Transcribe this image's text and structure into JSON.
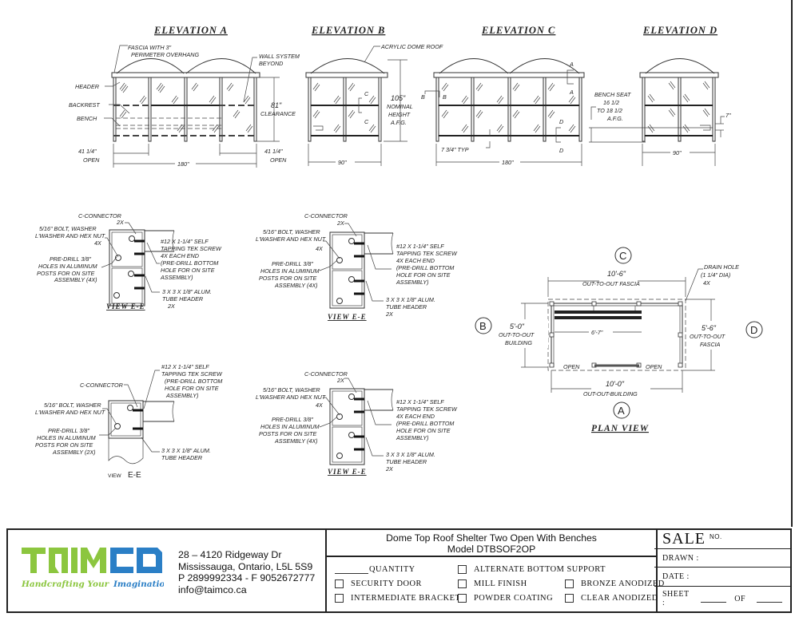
{
  "elevations": {
    "a": {
      "title": "ELEVATION A",
      "labels": {
        "fascia_1": "FASCIA WITH 3\"",
        "fascia_2": "PERIMETER OVERHANG",
        "wall_1": "WALL SYSTEM",
        "wall_2": "BEYOND",
        "header": "HEADER",
        "backrest": "BACKREST",
        "bench": "BENCH",
        "clearance_1": "81\"",
        "clearance_2": "CLEARANCE",
        "open_left_1": "41 1/4\"",
        "open_left_2": "OPEN",
        "open_right_1": "41 1/4\"",
        "open_right_2": "OPEN",
        "width": "180\""
      }
    },
    "b": {
      "title": "ELEVATION B",
      "labels": {
        "roof": "ACRYLIC DOME ROOF",
        "height_1": "105\"",
        "height_2": "NOMINAL",
        "height_3": "HEIGHT",
        "height_4": "A.F.G.",
        "section_c": "C",
        "width": "90\""
      }
    },
    "c": {
      "title": "ELEVATION C",
      "labels": {
        "section_a": "A",
        "section_b": "B",
        "section_d": "D",
        "typ": "7 3/4\" TYP",
        "width": "180\""
      }
    },
    "d": {
      "title": "ELEVATION D",
      "labels": {
        "bench_1": "BENCH SEAT",
        "bench_2": "16 1/2",
        "bench_3": "TO 18 1/2",
        "bench_4": "A.F.G.",
        "gap": "7\"",
        "width": "90\""
      }
    }
  },
  "details": [
    {
      "title": "VIEW E-E",
      "c_connector": [
        "C-CONNECTOR",
        "2X"
      ],
      "bolt": [
        "5/16\" BOLT, WASHER",
        "L'WASHER AND HEX NUT",
        "4X"
      ],
      "predrill": [
        "PRE-DRILL 3/8\"",
        "HOLES IN ALUMINUM",
        "POSTS FOR ON SITE",
        "ASSEMBLY (4X)"
      ],
      "screw": [
        "#12 X 1-1/4\" SELF",
        "TAPPING TEK SCREW",
        "4X EACH END",
        "(PRE-DRILL BOTTOM",
        "HOLE FOR ON SITE",
        "ASSEMBLY)"
      ],
      "tube": [
        "3 X 3 X 1/8\" ALUM.",
        "TUBE HEADER",
        "2X"
      ]
    },
    {
      "title": "VIEW E-E",
      "c_connector": [
        "C-CONNECTOR",
        "2X"
      ],
      "bolt": [
        "5/16\" BOLT, WASHER",
        "L'WASHER AND HEX NUT",
        "4X"
      ],
      "predrill": [
        "PRE-DRILL 3/8\"",
        "HOLES IN ALUMINUM",
        "POSTS FOR ON SITE",
        "ASSEMBLY (4X)"
      ],
      "screw": [
        "#12 X 1-1/4\" SELF",
        "TAPPING TEK SCREW",
        "4X EACH END",
        "(PRE-DRILL BOTTOM",
        "HOLE FOR ON SITE",
        "ASSEMBLY)"
      ],
      "tube": [
        "3 X 3 X 1/8\" ALUM.",
        "TUBE HEADER",
        "2X"
      ]
    },
    {
      "title_1": "VIEW",
      "title_2": "E-E",
      "c_connector": [
        "C-CONNECTOR"
      ],
      "bolt": [
        "5/16\" BOLT, WASHER",
        "L'WASHER AND HEX NUT"
      ],
      "predrill": [
        "PRE-DRILL 3/8\"",
        "HOLES IN ALUMINUM",
        "POSTS FOR ON SITE",
        "ASSEMBLY (2X)"
      ],
      "screw": [
        "#12 X 1-1/4\" SELF",
        "TAPPING TEK SCREW",
        "(PRE-DRILL BOTTOM",
        "HOLE FOR ON SITE",
        "ASSEMBLY)"
      ],
      "tube": [
        "3 X 3 X 1/8\" ALUM.",
        "TUBE HEADER"
      ]
    },
    {
      "title": "VIEW E-E",
      "c_connector": [
        "C-CONNECTOR",
        "2X"
      ],
      "bolt": [
        "5/16\" BOLT, WASHER",
        "L'WASHER AND HEX NUT",
        "4X"
      ],
      "predrill": [
        "PRE-DRILL 3/8\"",
        "HOLES IN ALUMINUM",
        "POSTS FOR ON SITE",
        "ASSEMBLY (4X)"
      ],
      "screw": [
        "#12 X 1-1/4\" SELF",
        "TAPPING TEK SCREW",
        "4X EACH END",
        "(PRE-DRILL BOTTOM",
        "HOLE FOR ON SITE",
        "ASSEMBLY)"
      ],
      "tube": [
        "3 X 3 X 1/8\" ALUM.",
        "TUBE HEADER",
        "2X"
      ]
    }
  ],
  "plan": {
    "title": "PLAN VIEW",
    "markers": {
      "a": "A",
      "b": "B",
      "c": "C",
      "d": "D"
    },
    "top_dim_1": "10'-6\"",
    "top_dim_2": "OUT-TO-OUT FASCIA",
    "drain_1": "DRAIN HOLE",
    "drain_2": "(1 1/4\" DIA)",
    "drain_3": "4X",
    "left_dim_1": "5'-0\"",
    "left_dim_2": "OUT-TO-OUT",
    "left_dim_3": "BUILDING",
    "bench_dim": "6'-7\"",
    "right_dim_1": "5'-6\"",
    "right_dim_2": "OUT-TO-OUT",
    "right_dim_3": "FASCIA",
    "open_left": "OPEN",
    "open_right": "OPEN",
    "bottom_dim_1": "10'-0\"",
    "bottom_dim_2": "OUT-OUT-BUILDING"
  },
  "title_block": {
    "logo": {
      "wordmark": "TAIMCO",
      "tagline_1": "Handcrafting Your",
      "tagline_2": "Imagination",
      "green": "#8cc63f",
      "blue": "#2b7fc6"
    },
    "address": [
      "28 – 4120 Ridgeway Dr",
      "Mississauga, Ontario, L5L 5S9",
      "P 2899992334 - F 9052672777",
      "info@taimco.ca"
    ],
    "product_title": "Dome Top Roof Shelter Two Open With Benches",
    "model": "Model DTBSOF2OP",
    "options": {
      "quantity": "QUANTITY",
      "alternate_bottom_support": "ALTERNATE BOTTOM SUPPORT",
      "security_door": "SECURITY DOOR",
      "mill_finish": "MILL FINISH",
      "bronze_anodized": "BRONZE ANODIZED",
      "intermediate_bracket": "INTERMEDIATE BRACKET",
      "powder_coating": "POWDER COATING",
      "clear_anodized": "CLEAR ANODIZED"
    },
    "sale": {
      "sale_label": "SALE",
      "no_label": "NO.",
      "drawn_label": "DRAWN :",
      "date_label": "DATE :",
      "sheet_label": "SHEET :",
      "of_label": "OF"
    }
  }
}
